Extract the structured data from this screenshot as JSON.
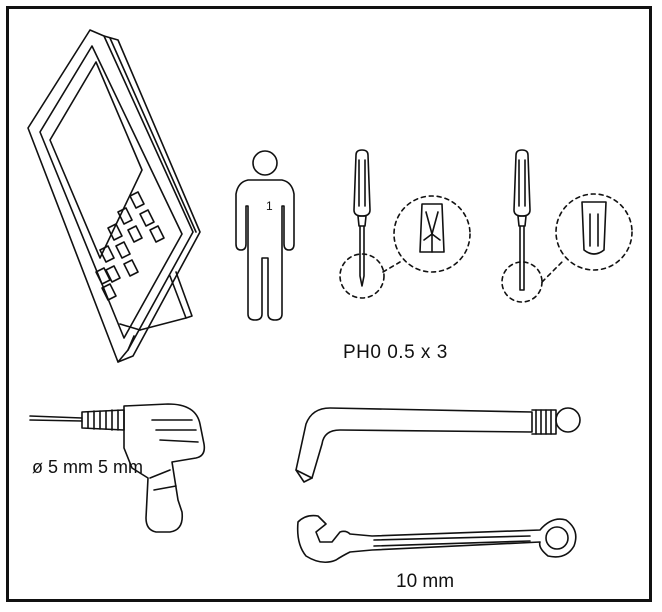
{
  "tools": {
    "person": {
      "icon": "person-icon",
      "count": "1"
    },
    "phillips_screwdriver": {
      "icon": "phillips-screwdriver-icon",
      "label": "PH0 0.5 x 3"
    },
    "flat_screwdriver": {
      "icon": "flat-screwdriver-icon"
    },
    "drill": {
      "icon": "drill-icon",
      "label": "ø 5 mm 5 mm"
    },
    "hex_key": {
      "icon": "hex-key-icon"
    },
    "wrench": {
      "icon": "combination-wrench-icon",
      "label": "10 mm"
    }
  },
  "device": {
    "icon": "indoor-monitor-icon"
  },
  "colors": {
    "line": "#111111",
    "background": "#ffffff"
  }
}
